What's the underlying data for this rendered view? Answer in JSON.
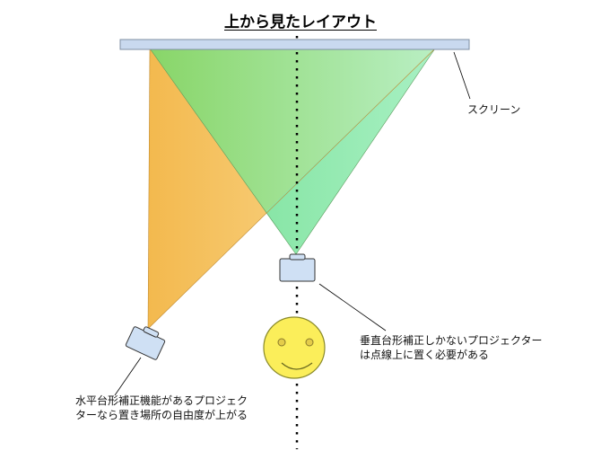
{
  "title": "上から見たレイアウト",
  "labels": {
    "screen": "スクリーン",
    "vertical_line1": "垂直台形補正しかないプロジェクター",
    "vertical_line2": "は点線上に置く必要がある",
    "horizontal_line1": "水平台形補正機能があるプロジェク",
    "horizontal_line2": "ターなら置き場所の自由度が上がる"
  },
  "colors": {
    "screen_fill": "#c9d9ef",
    "screen_stroke": "#7f8fa3",
    "orange_light": "#f9d98a",
    "orange_dark": "#f3b94e",
    "green_light": "#a2e9ba",
    "green_dark": "#7fd86a",
    "projector_fill": "#cfe0f4",
    "projector_stroke": "#333333",
    "face_fill": "#fbee5a",
    "face_stroke": "#8a8a2a",
    "dotted_line": "#000000"
  },
  "icons": {
    "vertical_projector": "projector-icon",
    "horizontal_projector": "projector-icon",
    "viewer": "smiley-face-icon"
  }
}
